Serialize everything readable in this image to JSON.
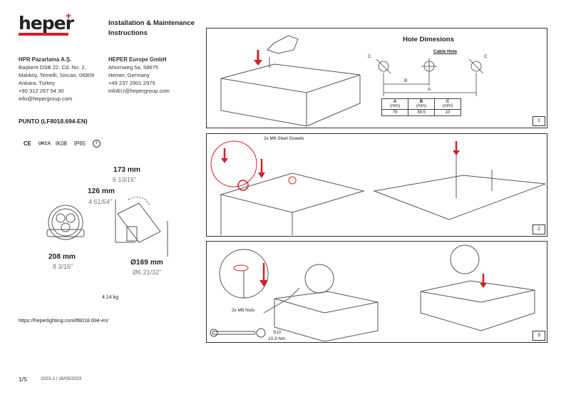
{
  "brand": {
    "name": "heper",
    "accent_color": "#d42027"
  },
  "doc_title": "Installation & Maintenance Instructions",
  "addresses": [
    {
      "company": "HPR Pazarlama A.Ş.",
      "lines": [
        "Başkent OSB 22. Cd. No: 2,",
        "Malıköy, Temelli, Sincan, 06909",
        "Ankara, Turkey",
        "+90 312 267 54 30",
        "info@hepergroup.com"
      ]
    },
    {
      "company": "HEPER Europe GmbH",
      "lines": [
        "Ahornweg 5a, 58675",
        "Hemer, Germany",
        "+49 237 2901 2975",
        "infoEU@hepergroup.com"
      ]
    }
  ],
  "product": "PUNTO (LF8018.694-EN)",
  "certifications": [
    "CE",
    "UKCA",
    "IK08",
    "IP65"
  ],
  "dimensions": [
    {
      "mm": "173 mm",
      "inch": "6 13/16\""
    },
    {
      "mm": "126 mm",
      "inch": "4 61/64\""
    },
    {
      "mm": "208 mm",
      "inch": "8 3/16\""
    },
    {
      "mm": "Ø169 mm",
      "inch": "Ø6 21/32\""
    }
  ],
  "weight": "4.14 kg",
  "url": "https://heperlighting.com/lf8018.694-en/",
  "page": "1/5",
  "revision": "2023-1 / 16/05/2023",
  "step1": {
    "number": "1",
    "heading": "Hole Dimesions",
    "cable_hole_label": "Cable Hole",
    "letters": {
      "a": "A",
      "b": "B",
      "c": "C"
    },
    "table": {
      "headers": [
        [
          "A",
          "(mm)"
        ],
        [
          "B",
          "(mm)"
        ],
        [
          "C",
          "(mm)"
        ]
      ],
      "values": [
        "79",
        "39.5",
        "10"
      ]
    }
  },
  "step2": {
    "number": "2",
    "dowels_label": "2x M6 Steel Dowels"
  },
  "step3": {
    "number": "3",
    "nuts_label": "2x M6 Nuts",
    "wrench_size": "S10",
    "torque": "10.3 Nm"
  }
}
